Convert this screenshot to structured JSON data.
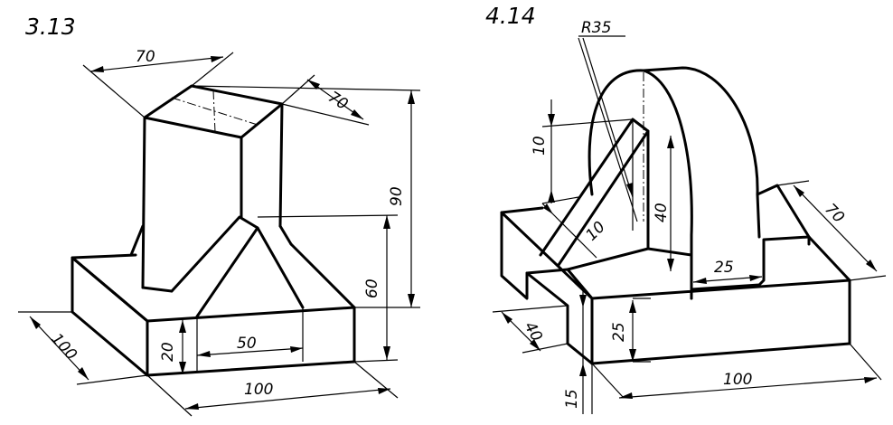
{
  "figure_a": {
    "number": "3.13",
    "dims": {
      "top_width": "70",
      "top_depth": "70",
      "total_height": "90",
      "rib_height": "60",
      "base_height": "20",
      "rib_span": "50",
      "base_depth": "100",
      "base_width": "100"
    }
  },
  "figure_b": {
    "number": "4.14",
    "dims": {
      "radius": "R35",
      "slot_width": "10",
      "slot_offset": "10",
      "rib_height": "40",
      "depth": "70",
      "gap": "25",
      "tab_width": "40",
      "base_height": "25",
      "base_width": "100",
      "tab_height": "15"
    }
  }
}
